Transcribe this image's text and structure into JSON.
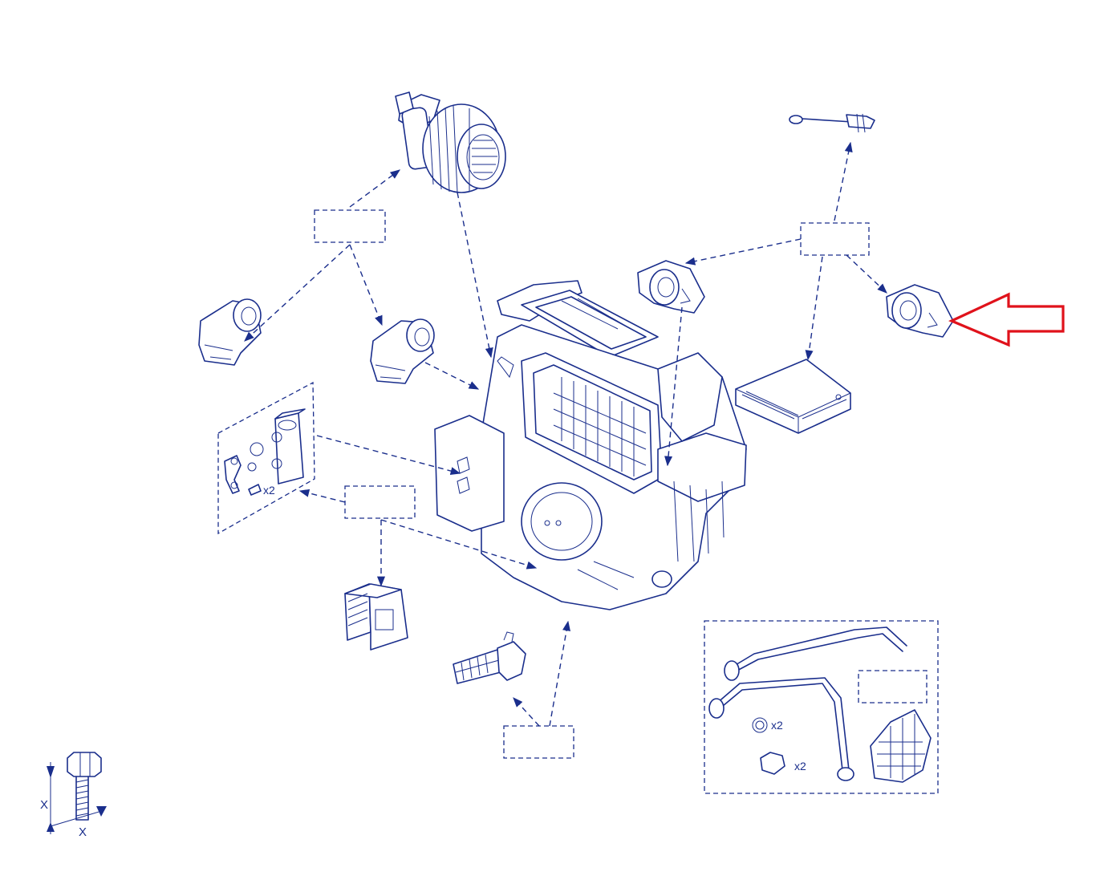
{
  "labels": {
    "exp_valve_bolts_qty": "x2",
    "o_ring_qty": "x2",
    "clip_qty": "x2",
    "dim_x_vertical": "X",
    "dim_x_horizontal": "X"
  },
  "colors": {
    "line": "#1a2e8c",
    "highlight_arrow": "#e0121b",
    "background": "#ffffff"
  }
}
